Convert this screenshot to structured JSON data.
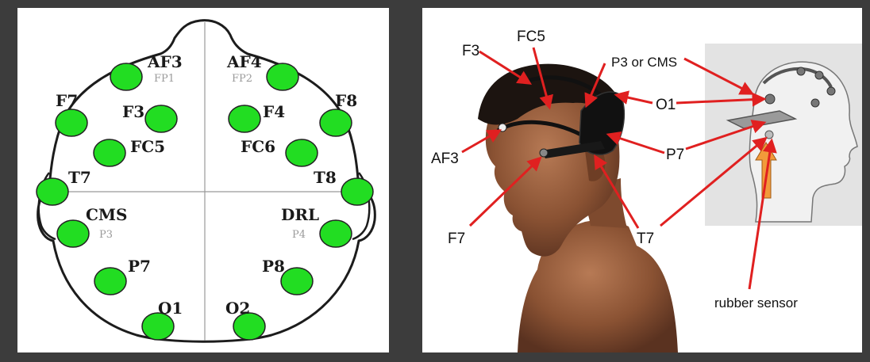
{
  "left_diagram": {
    "electrodes": [
      {
        "label": "AF3",
        "alt": "FP1"
      },
      {
        "label": "AF4",
        "alt": "FP2"
      },
      {
        "label": "F7"
      },
      {
        "label": "F3"
      },
      {
        "label": "F4"
      },
      {
        "label": "F8"
      },
      {
        "label": "FC5"
      },
      {
        "label": "FC6"
      },
      {
        "label": "T7"
      },
      {
        "label": "T8"
      },
      {
        "label": "CMS",
        "alt": "P3"
      },
      {
        "label": "DRL",
        "alt": "P4"
      },
      {
        "label": "P7"
      },
      {
        "label": "P8"
      },
      {
        "label": "O1"
      },
      {
        "label": "O2"
      }
    ],
    "electrode_color": "#22dd22"
  },
  "right_diagram": {
    "labels": {
      "f3": "F3",
      "fc5": "FC5",
      "p3_or_cms": "P3 or CMS",
      "o1": "O1",
      "af3": "AF3",
      "p7": "P7",
      "f7": "F7",
      "t7": "T7",
      "rubber_sensor": "rubber sensor"
    },
    "arrow_color": "#e02020",
    "sensor_arrow_color": "#f29a3a"
  }
}
